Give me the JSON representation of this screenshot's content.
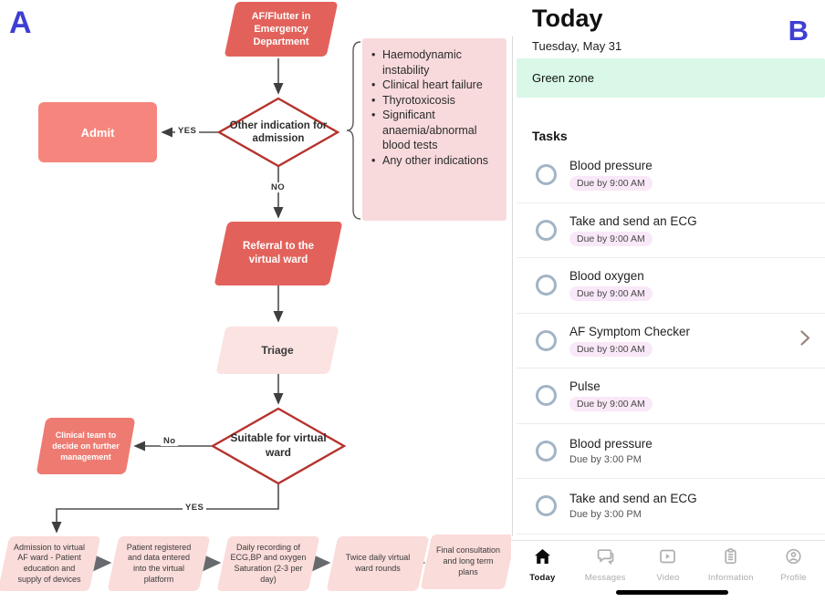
{
  "panel_a": {
    "label": "A",
    "nodes": {
      "start": "AF/Flutter in Emergency Department",
      "admit": "Admit",
      "decision_admission": "Other indication for admission",
      "referral": "Referral to the virtual ward",
      "triage": "Triage",
      "decision_suitable": "Suitable for virtual ward",
      "clinical_team": "Clinical team to decide on further management",
      "step1": "Admission to virtual AF ward - Patient education and supply of devices",
      "step2": "Patient registered and data entered into the virtual platform",
      "step3": "Daily recording of ECG,BP and oxygen Saturation (2-3 per day)",
      "step4": "Twice daily virtual ward rounds",
      "step5": "Final consultation and long term plans"
    },
    "edge_labels": {
      "yes1": "YES",
      "no1": "NO",
      "no2": "No",
      "yes2": "YES"
    },
    "indications": [
      "Haemodynamic instability",
      "Clinical heart failure",
      "Thyrotoxicosis",
      "Significant anaemia/abnormal blood tests",
      "Any other indications"
    ],
    "colors": {
      "flow_red": "#e2625b",
      "flow_salmon": "#f6867d",
      "flow_light_pink": "#fadcda",
      "note_pink": "#f8dadc",
      "diamond_border": "#b5332c"
    }
  },
  "panel_b": {
    "label": "B",
    "title": "Today",
    "date": "Tuesday, May 31",
    "zone_banner": "Green zone",
    "tasks_heading": "Tasks",
    "tasks": [
      {
        "title": "Blood pressure",
        "due": "Due by 9:00 AM"
      },
      {
        "title": "Take and send an ECG",
        "due": "Due by 9:00 AM"
      },
      {
        "title": "Blood oxygen",
        "due": "Due by 9:00 AM"
      },
      {
        "title": "AF Symptom Checker",
        "due": "Due by 9:00 AM"
      },
      {
        "title": "Pulse",
        "due": "Due by 9:00 AM"
      },
      {
        "title": "Blood pressure",
        "due": "Due by 3:00 PM"
      },
      {
        "title": "Take and send an ECG",
        "due": "Due by 3:00 PM"
      }
    ],
    "tabs": [
      {
        "label": "Today"
      },
      {
        "label": "Messages"
      },
      {
        "label": "Video"
      },
      {
        "label": "Information"
      },
      {
        "label": "Profile"
      }
    ],
    "colors": {
      "zone_green": "#d9f8e7",
      "pill_pink": "#f9e8f8",
      "accent_blue": "#3e3fd2"
    }
  }
}
